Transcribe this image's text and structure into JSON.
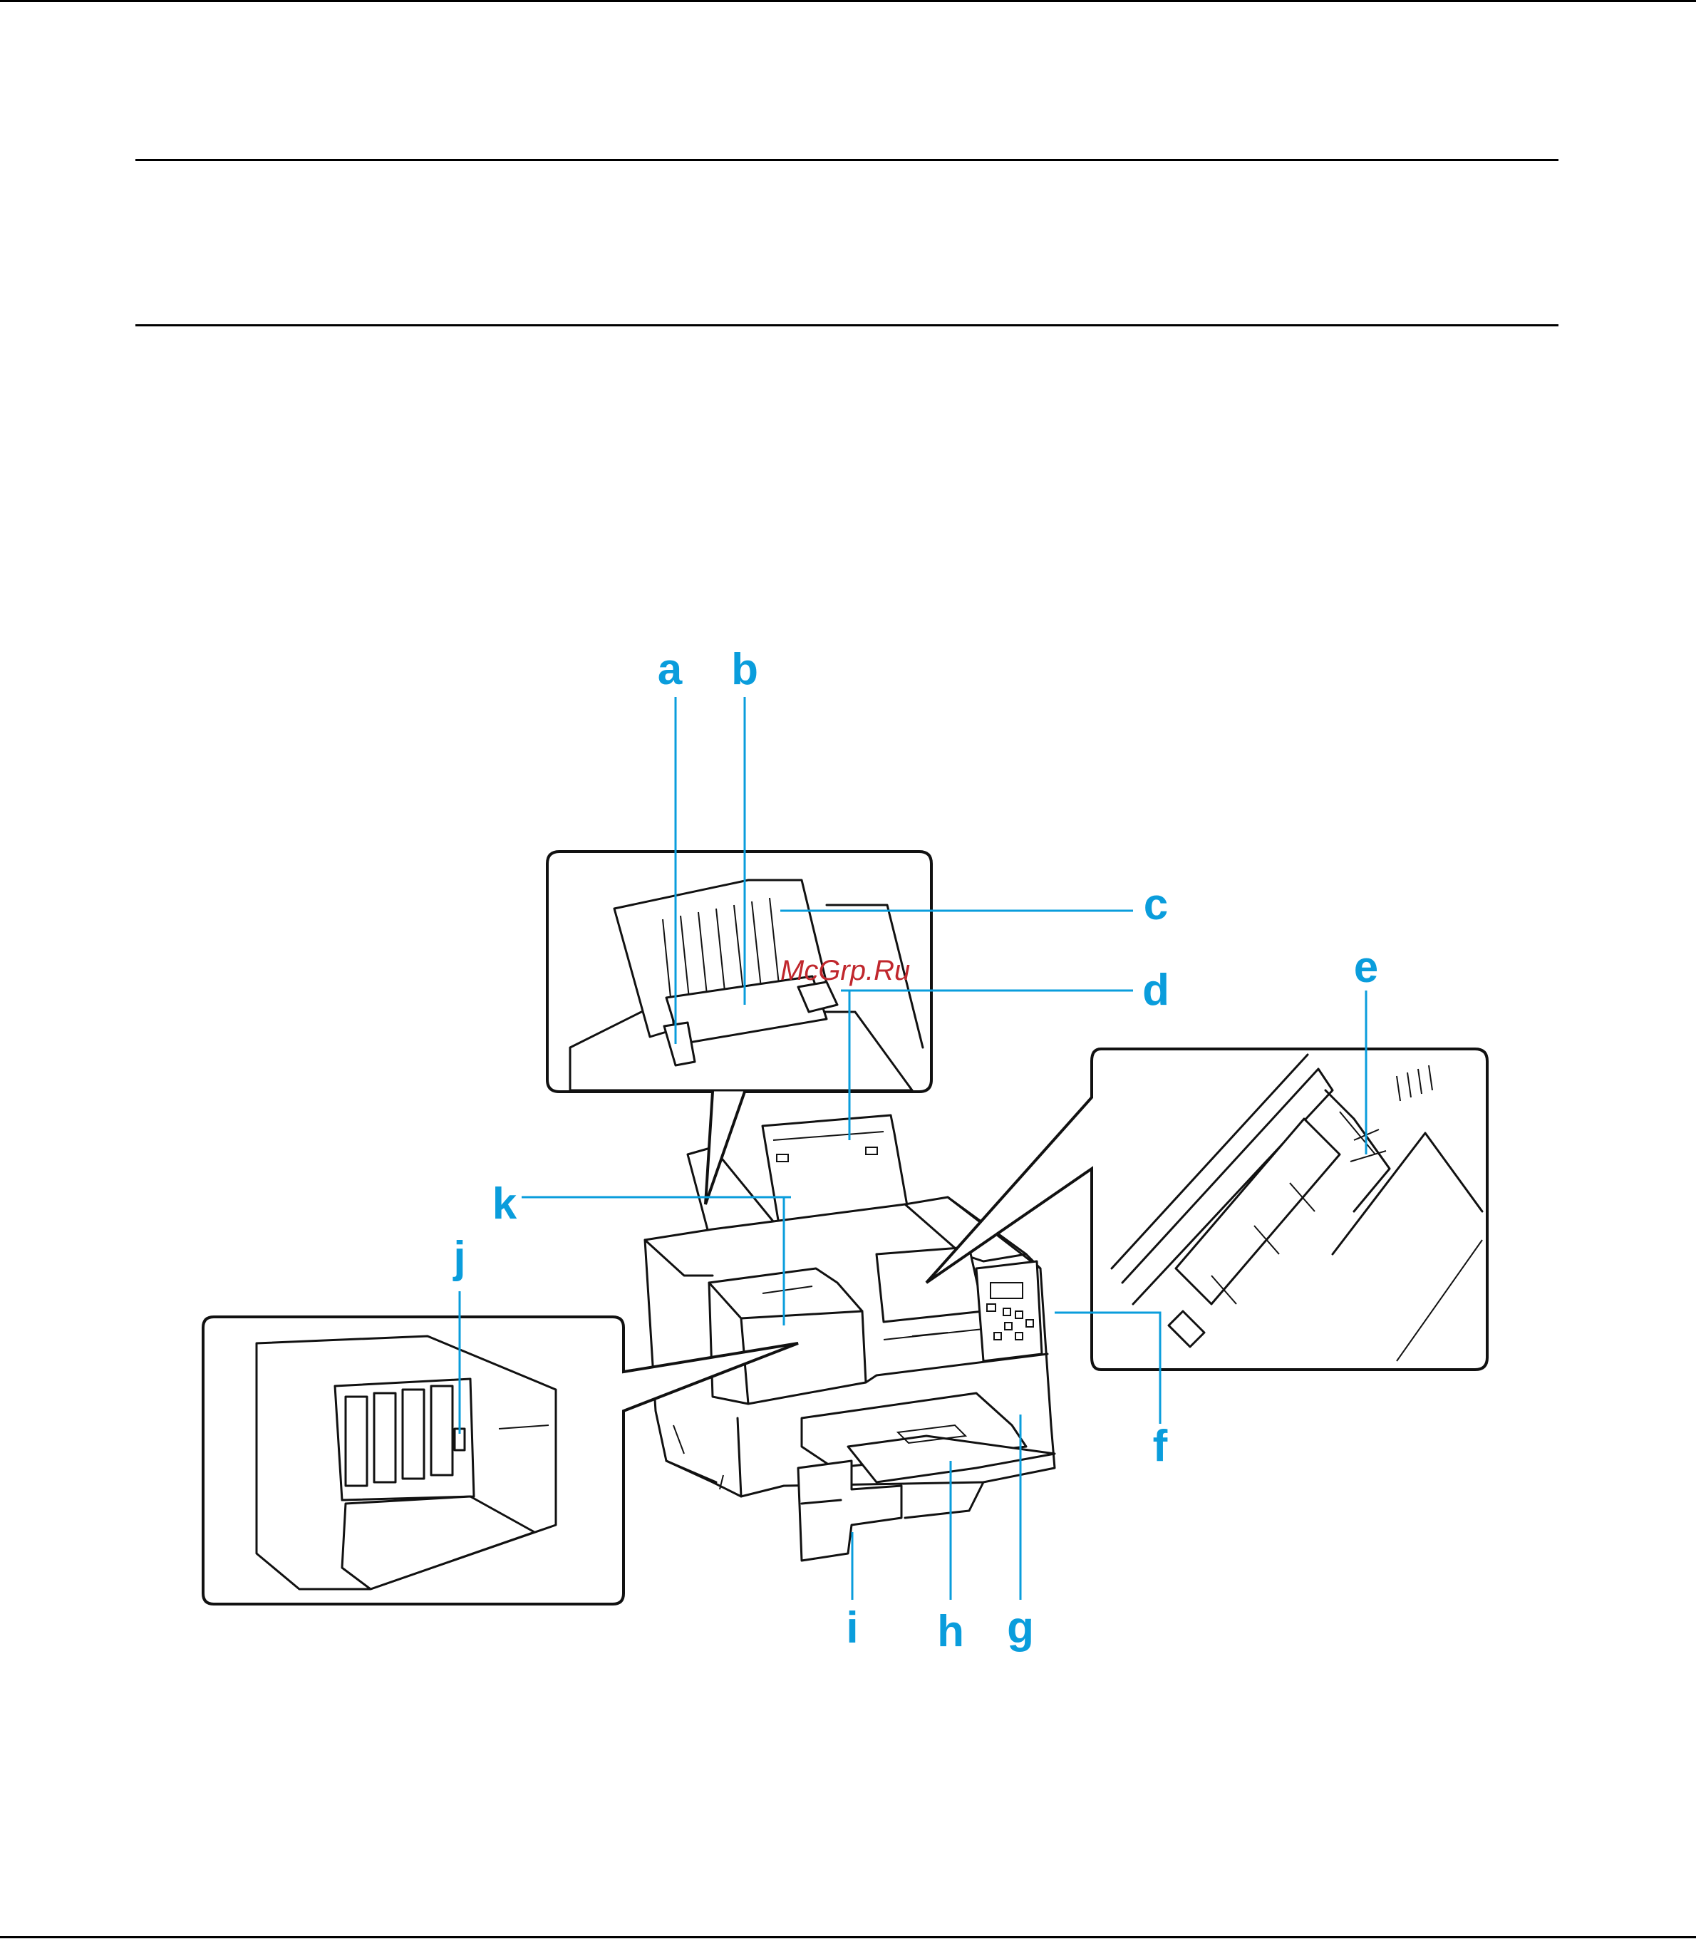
{
  "watermark": "McGrp.Ru",
  "callouts": {
    "a": "a",
    "b": "b",
    "c": "c",
    "d": "d",
    "e": "e",
    "f": "f",
    "g": "g",
    "h": "h",
    "i": "i",
    "j": "j",
    "k": "k"
  },
  "colors": {
    "callout": "#0a9ddc",
    "line_art": "#111111",
    "watermark": "#c0272d"
  }
}
